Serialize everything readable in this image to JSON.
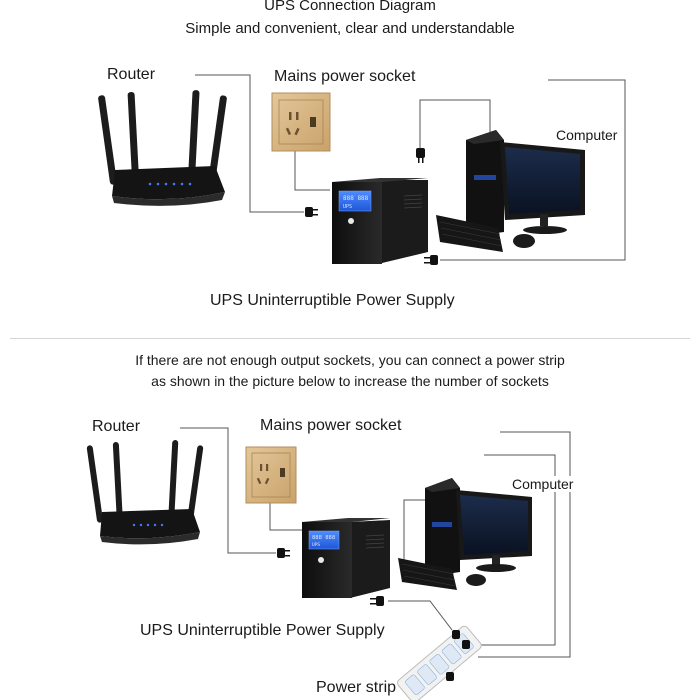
{
  "top": {
    "title": "UPS Connection Diagram",
    "subtitle": "Simple and convenient, clear and understandable",
    "router_label": "Router",
    "socket_label": "Mains power socket",
    "computer_label": "Computer",
    "ups_label": "UPS Uninterruptible Power Supply"
  },
  "bottom": {
    "note_line1": "If there are not enough output sockets, you can connect a power strip",
    "note_line2": "as shown in the picture below to increase the number of sockets",
    "router_label": "Router",
    "socket_label": "Mains power socket",
    "computer_label": "Computer",
    "ups_label": "UPS Uninterruptible Power Supply",
    "strip_label": "Power strip"
  },
  "ups_display": {
    "top_text": "888 888",
    "bottom_text": "UPS"
  }
}
